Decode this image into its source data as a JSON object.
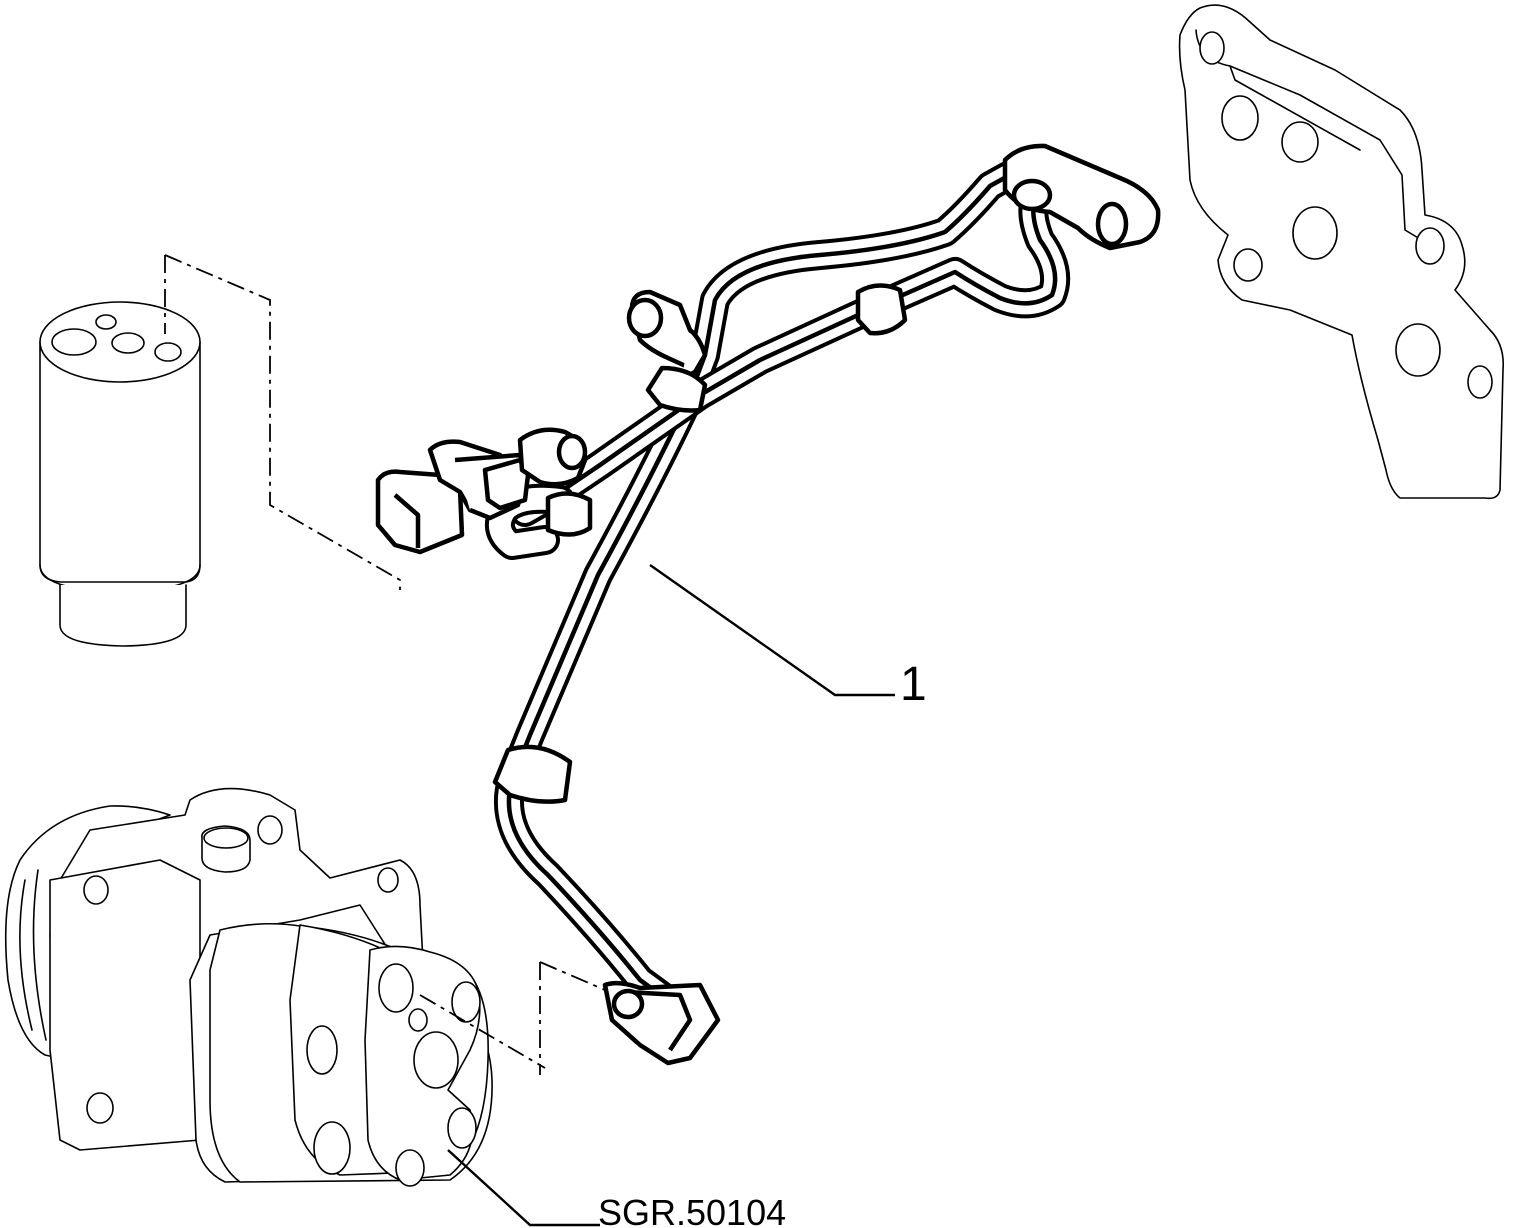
{
  "callouts": [
    {
      "id": "1",
      "text": "1"
    },
    {
      "id": "ref",
      "text": "SGR.50104"
    }
  ]
}
